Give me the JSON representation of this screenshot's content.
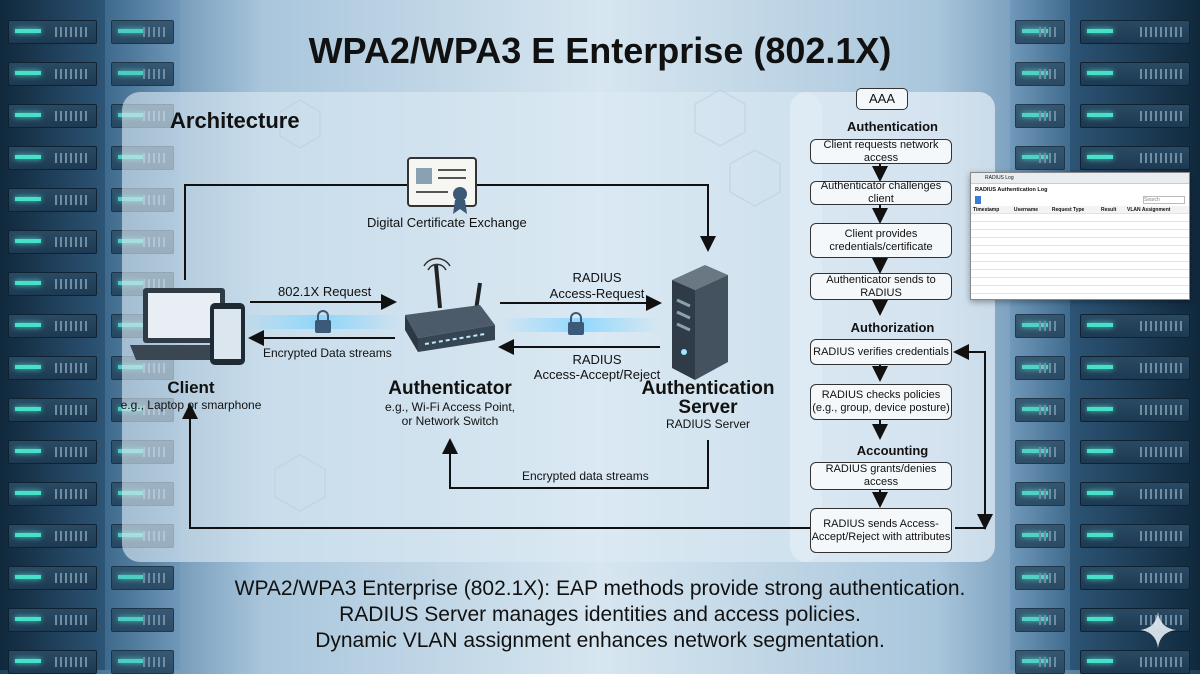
{
  "title": "WPA2/WPA3 E Enterprise (802.1X)",
  "architecture": {
    "heading": "Architecture",
    "cert_label": "Digital Certificate Exchange",
    "client_label": "Client",
    "client_sub": "e.g., Laptop or smarphone",
    "auth_label": "Authenticator",
    "auth_sub1": "e.g., Wi-Fi Access Point,",
    "auth_sub2": "or Network Switch",
    "server_label1": "Authentication",
    "server_label2": "Server",
    "server_sub": "RADIUS Server",
    "req_label": "802.1X Request",
    "enc_label": "Encrypted Data streams",
    "radius_req1": "RADIUS",
    "radius_req2": "Access-Request",
    "radius_acc1": "RADIUS",
    "radius_acc2": "Access-Accept/Reject",
    "enc2_label": "Encrypted data streams"
  },
  "aaa": {
    "badge": "AAA",
    "authentication": "Authentication",
    "authorization": "Authorization",
    "accounting": "Accounting",
    "steps": [
      "Client requests network access",
      "Authenticator challenges client",
      "Client provides credentials/certificate",
      "Authenticator sends to RADIUS",
      "RADIUS verifies credentials",
      "RADIUS checks policies (e.g., group, device posture)",
      "RADIUS grants/denies access",
      "RADIUS sends Access-Accept/Reject with attributes"
    ]
  },
  "log": {
    "window_title": "RADIUS Log",
    "heading": "RADIUS Authentication Log",
    "search": "Search",
    "columns": [
      "Timestamp",
      "Username",
      "Request Type",
      "Result",
      "VLAN Assignment"
    ]
  },
  "bottom": [
    "WPA2/WPA3 Enterprise (802.1X): EAP methods provide strong authentication.",
    "RADIUS Server manages identities and access policies.",
    "Dynamic VLAN assignment enhances network segmentation."
  ]
}
